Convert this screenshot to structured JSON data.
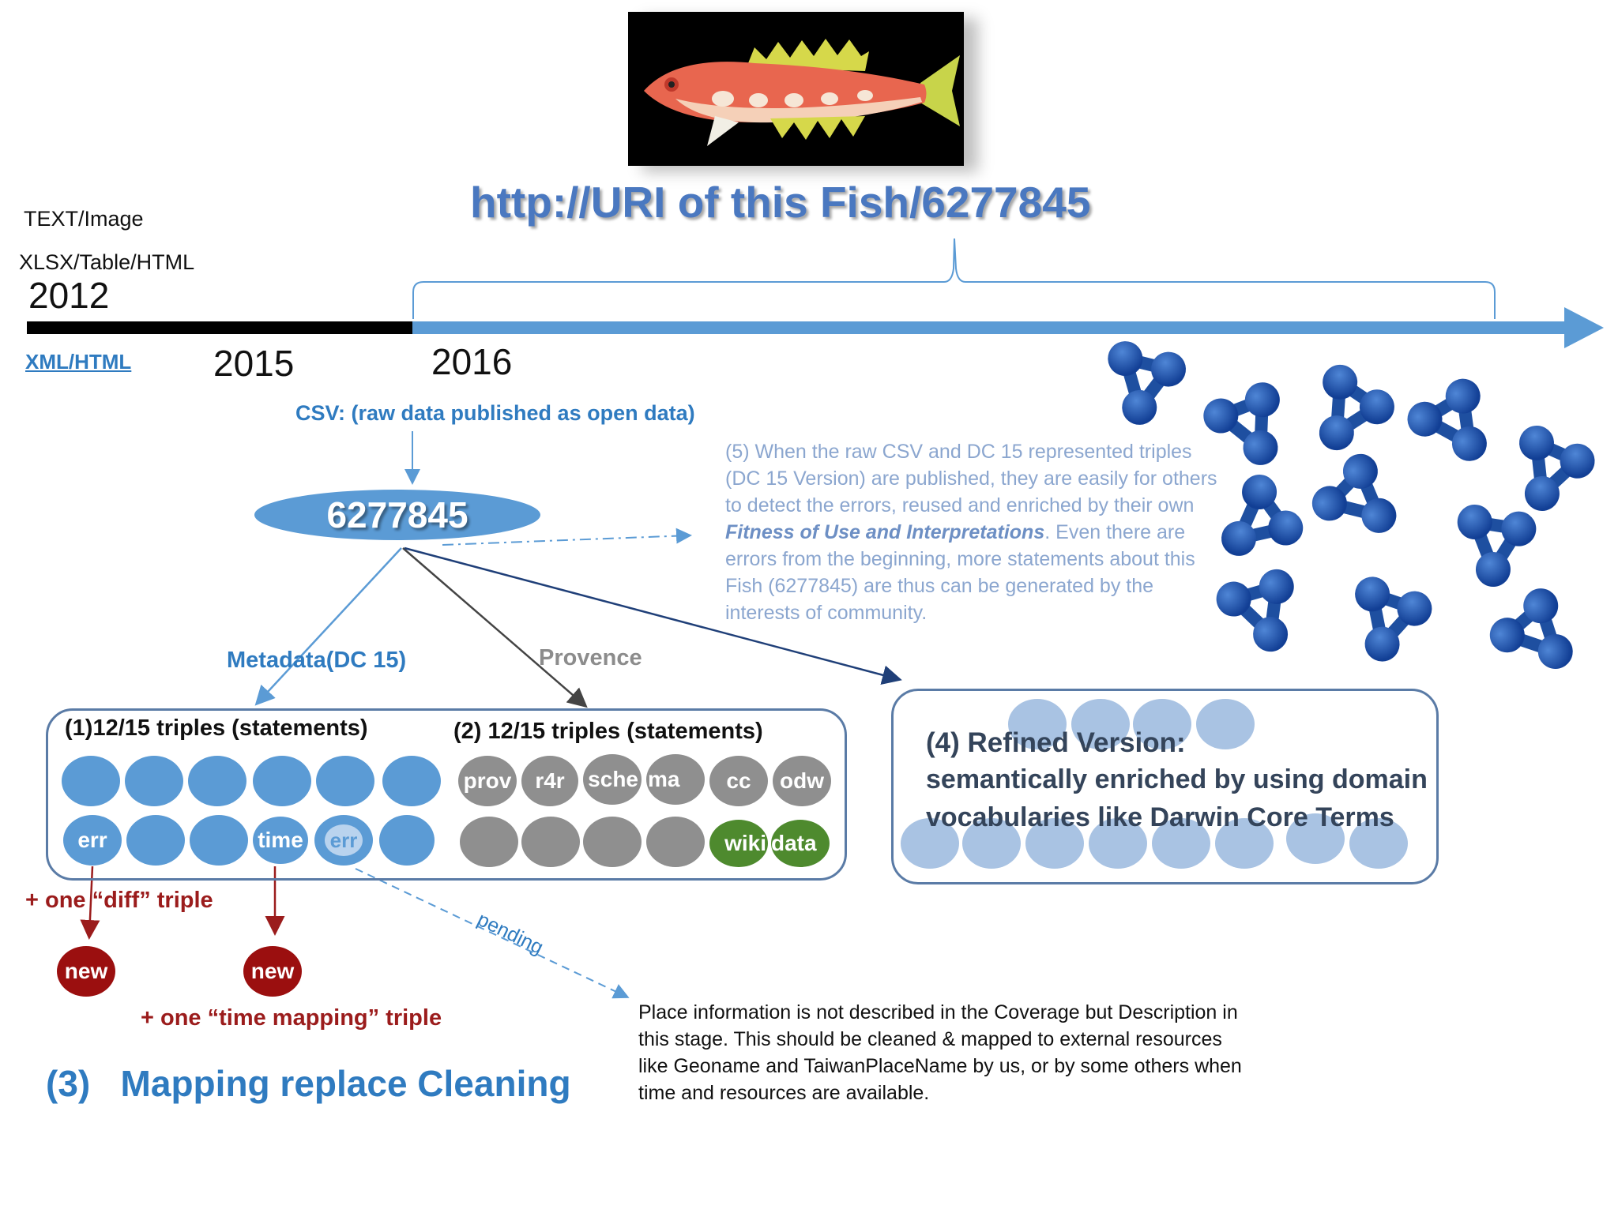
{
  "left_labels": {
    "text_image": "TEXT/Image",
    "xlsx": "XLSX/Table/HTML",
    "xml_link": "XML/HTML"
  },
  "years": {
    "y2012": "2012",
    "y2015": "2015",
    "y2016": "2016"
  },
  "uri_title": "http://URI of this Fish/6277845",
  "csv_label": "CSV: (raw data published as open data)",
  "id_ellipse": "6277845",
  "metadata_label": "Metadata(DC 15)",
  "provence_label": "Provence",
  "note5": {
    "before": "(5) When the raw CSV and DC 15 represented triples (DC 15 Version) are published, they are easily for others to detect the errors, reused and enriched by their own ",
    "emphasis": "Fitness of Use and Interpretations",
    "after": ".  Even there are errors from the beginning, more statements about this Fish (6277845) are thus can be generated by the interests of community."
  },
  "box1": {
    "title": "(1)12/15 triples (statements)",
    "row2_labels": [
      "err",
      "",
      "",
      "time",
      "err",
      ""
    ]
  },
  "box2": {
    "title": "(2) 12/15 triples (statements)",
    "row1_labels": [
      "prov",
      "r4r",
      "sche",
      "ma",
      "cc",
      "odw"
    ],
    "row2_labels": [
      "",
      "",
      "",
      "",
      "wiki",
      "data"
    ]
  },
  "box4": {
    "line1": "(4)    Refined Version:",
    "line2": "semantically enriched by using domain vocabularies like Darwin Core Terms"
  },
  "diff_label": "+ one “diff” triple",
  "new_label_1": "new",
  "new_label_2": "new",
  "time_mapping_label": "+ one “time mapping” triple",
  "pending_label": "pending",
  "heading3": "(3)   Mapping replace Cleaning",
  "place_note": "Place information is not described in the Coverage but Description in this stage. This should be cleaned & mapped to external resources like Geoname and TaiwanPlaceName by us, or by some others when time and resources are available.",
  "colors": {
    "timeline_black": "#000000",
    "timeline_blue": "#5b9bd5",
    "triple_blue": "#5b9bd5",
    "triple_grey": "#8f8f8f",
    "wikidata_green": "#4e8a2e",
    "new_red": "#9b0f0f",
    "network_blue": "#1e4fa0"
  }
}
